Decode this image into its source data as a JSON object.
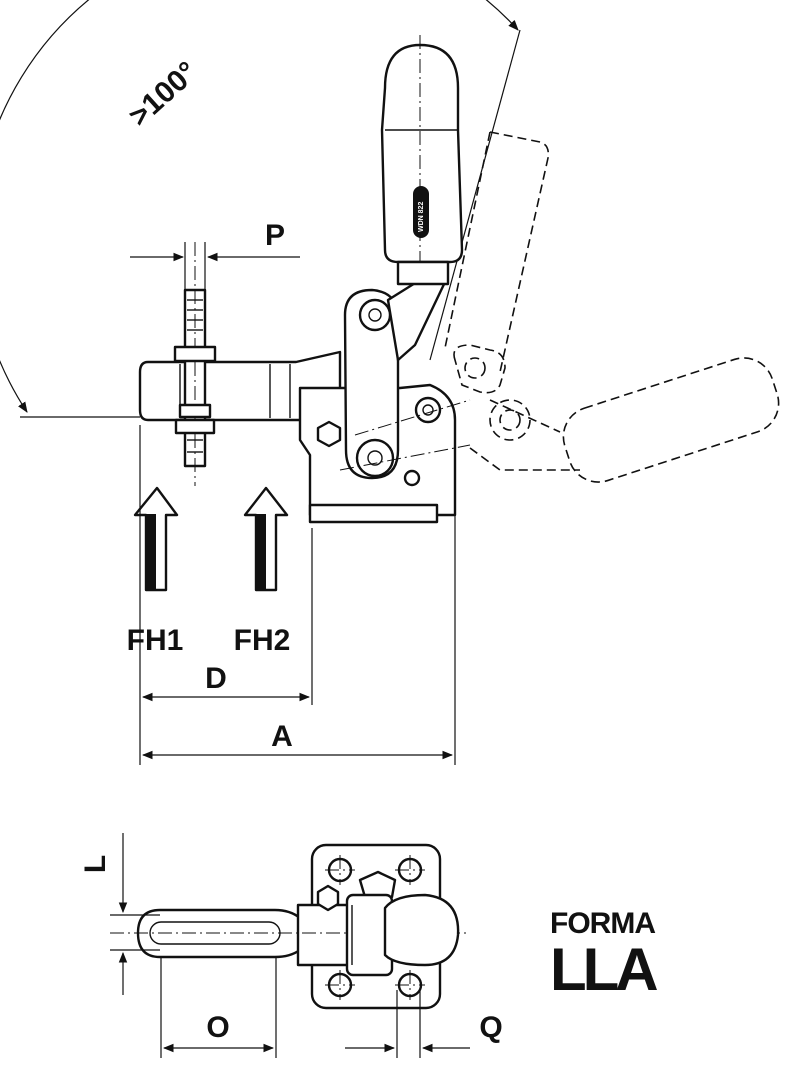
{
  "drawing": {
    "angle_label": ">100°",
    "dimension_labels": {
      "p": "P",
      "d": "D",
      "a": "A",
      "l": "L",
      "o": "O",
      "q": "Q"
    },
    "force_labels": {
      "fh1": "FH1",
      "fh2": "FH2"
    },
    "handle_engraving": "WDN 822",
    "form": {
      "title": "FORMA",
      "code": "LLA"
    }
  }
}
